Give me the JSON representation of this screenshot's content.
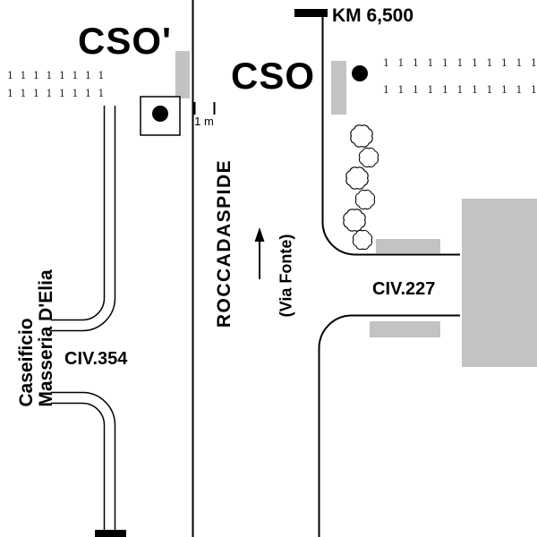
{
  "labels": {
    "cso_prime": "CSO'",
    "cso": "CSO",
    "km_marker": "KM 6,500",
    "scale": "1 m",
    "main_road": "ROCCADASPIDE",
    "road_alt_name": "(Via Fonte)",
    "civ_right": "CIV.227",
    "civ_left": "CIV.354",
    "farm_line1": "Caseificio",
    "farm_line2": "Masseria D'Elia"
  },
  "orchard": {
    "symbol": "1",
    "left_rows": 2,
    "left_per_row": 8,
    "right_rows": 2,
    "right_per_row": 11
  },
  "trees_count": 6,
  "colors": {
    "line": "#000000",
    "area_fill": "#c3c3c3",
    "marker_dot": "#000000",
    "background": "#ffffff"
  }
}
